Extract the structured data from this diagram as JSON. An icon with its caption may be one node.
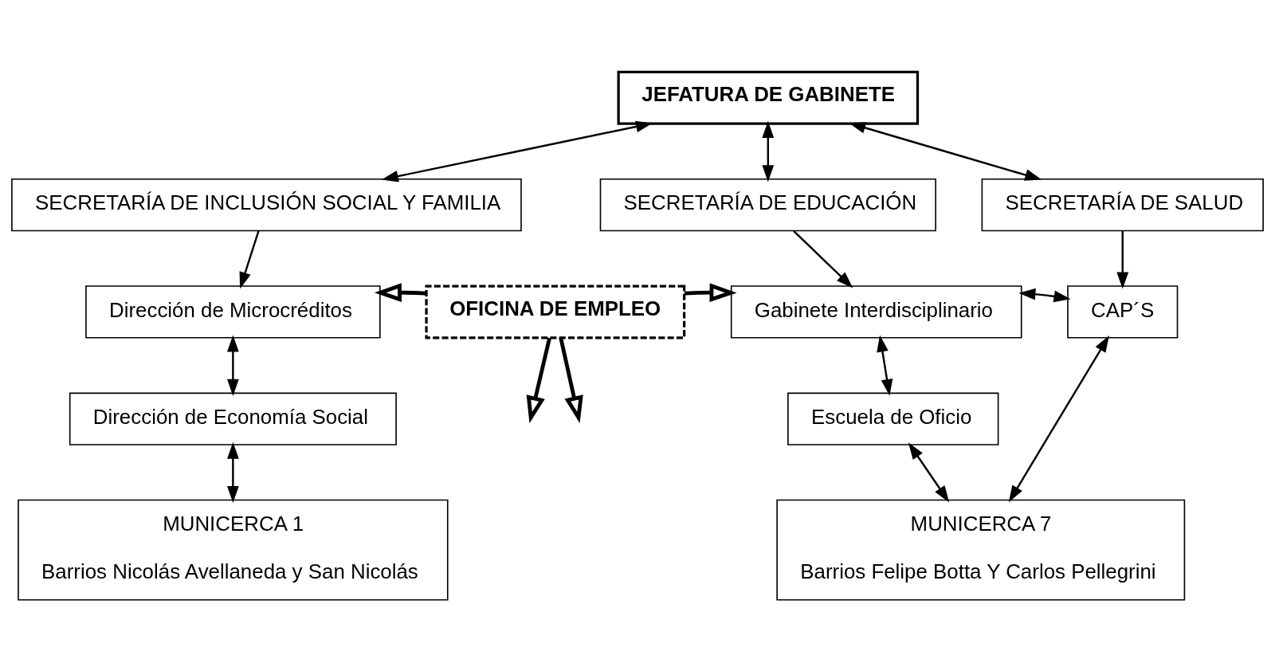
{
  "diagram": {
    "nodes": [
      {
        "text": [
          "JEFATURA DE GABINETE"
        ]
      },
      {
        "text": [
          "SECRETARÍA DE INCLUSIÓN SOCIAL Y FAMILIA"
        ]
      },
      {
        "text": [
          "SECRETARÍA DE EDUCACIÓN"
        ]
      },
      {
        "text": [
          "SECRETARÍA DE SALUD"
        ]
      },
      {
        "text": [
          "Dirección de Microcréditos"
        ]
      },
      {
        "text": [
          "OFICINA DE EMPLEO"
        ]
      },
      {
        "text": [
          "Gabinete Interdisciplinario"
        ]
      },
      {
        "text": [
          "CAP´S"
        ]
      },
      {
        "text": [
          "Dirección de Economía Social"
        ]
      },
      {
        "text": [
          "Escuela de Oficio"
        ]
      },
      {
        "text": [
          "MUNICERCA 1",
          "Barrios Nicolás Avellaneda y San Nicolás"
        ]
      },
      {
        "text": [
          "MUNICERCA 7",
          "Barrios Felipe Botta Y Carlos Pellegrini"
        ]
      }
    ],
    "edges": [
      {
        "from": 0,
        "to": 1,
        "arrow": "both"
      },
      {
        "from": 0,
        "to": 2,
        "arrow": "both"
      },
      {
        "from": 0,
        "to": 3,
        "arrow": "both"
      },
      {
        "from": 1,
        "to": 4,
        "arrow": "to"
      },
      {
        "from": 2,
        "to": 6,
        "arrow": "to"
      },
      {
        "from": 3,
        "to": 7,
        "arrow": "to"
      },
      {
        "from": 5,
        "to": 4,
        "arrow": "to",
        "style": "thick"
      },
      {
        "from": 5,
        "to": 6,
        "arrow": "to",
        "style": "thick"
      },
      {
        "from": 5,
        "to": null,
        "arrow": "to",
        "style": "thick"
      },
      {
        "from": 5,
        "to": null,
        "arrow": "to",
        "style": "thick"
      },
      {
        "from": 6,
        "to": 7,
        "arrow": "both"
      },
      {
        "from": 4,
        "to": 8,
        "arrow": "both"
      },
      {
        "from": 6,
        "to": 9,
        "arrow": "both"
      },
      {
        "from": 8,
        "to": 10,
        "arrow": "both"
      },
      {
        "from": 11,
        "to": 9,
        "arrow": "both"
      },
      {
        "from": 11,
        "to": 7,
        "arrow": "both"
      }
    ]
  }
}
